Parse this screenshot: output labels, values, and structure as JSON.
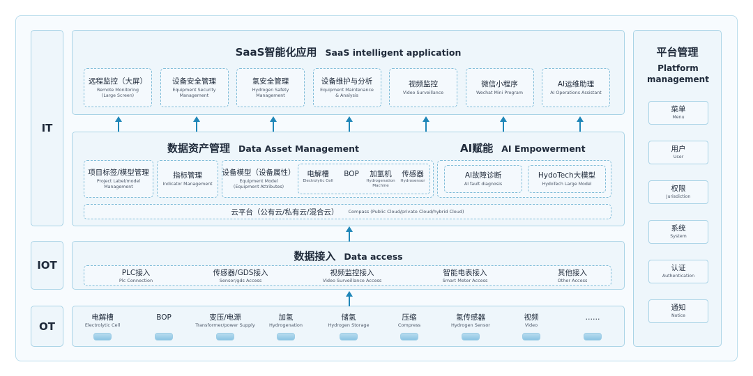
{
  "layers": {
    "it": "IT",
    "iot": "IOT",
    "ot": "OT"
  },
  "saas": {
    "title_zh": "SaaS智能化应用",
    "title_en": "SaaS intelligent application",
    "cards": [
      {
        "zh": "远程监控（大屏）",
        "en": "Remote Monitoring (Large Screen)"
      },
      {
        "zh": "设备安全管理",
        "en": "Equipment Security Management"
      },
      {
        "zh": "氢安全管理",
        "en": "Hydrogen Safety Management"
      },
      {
        "zh": "设备维护与分析",
        "en": "Equipment Maintenance & Analysis"
      },
      {
        "zh": "视频监控",
        "en": "Video Surveillance"
      },
      {
        "zh": "微信小程序",
        "en": "Wechat Mini Program"
      },
      {
        "zh": "AI运维助理",
        "en": "AI Operations Assistant"
      }
    ]
  },
  "data_asset": {
    "title_zh": "数据资产管理",
    "title_en": "Data Asset Management",
    "cards": [
      {
        "zh": "项目标签/模型管理",
        "en": "Project Label/model Management"
      },
      {
        "zh": "指标管理",
        "en": "Indicator Management"
      },
      {
        "zh": "设备模型（设备属性）",
        "en": "Equipment Model (Equipment Attributes)"
      }
    ],
    "devices": [
      {
        "zh": "电解槽",
        "en": "Electrolytic Cell"
      },
      {
        "zh": "BOP",
        "en": ""
      },
      {
        "zh": "加氢机",
        "en": "Hydrogenation Machine"
      },
      {
        "zh": "传感器",
        "en": "Hydrosensor"
      }
    ],
    "cloud_zh": "云平台（公有云/私有云/混合云）",
    "cloud_en": "Compass (Public Cloud/private Cloud/hybrid Cloud)"
  },
  "ai": {
    "title_zh": "AI赋能",
    "title_en": "AI Empowerment",
    "cards": [
      {
        "zh": "AI故障诊断",
        "en": "AI fault diagnosis"
      },
      {
        "zh": "HydoTech大模型",
        "en": "HydoTech Large Model"
      }
    ]
  },
  "data_access": {
    "title_zh": "数据接入",
    "title_en": "Data access",
    "items": [
      {
        "zh": "PLC接入",
        "en": "Plc Connection"
      },
      {
        "zh": "传感器/GDS接入",
        "en": "Sensor/gds Access"
      },
      {
        "zh": "视频监控接入",
        "en": "Video Surveillance Access"
      },
      {
        "zh": "智能电表接入",
        "en": "Smart Meter Access"
      },
      {
        "zh": "其他接入",
        "en": "Other Access"
      }
    ]
  },
  "ot": {
    "items": [
      {
        "zh": "电解槽",
        "en": "Electrolytic Cell"
      },
      {
        "zh": "BOP",
        "en": ""
      },
      {
        "zh": "变压/电源",
        "en": "Transformer/power Supply"
      },
      {
        "zh": "加氢",
        "en": "Hydrogenation"
      },
      {
        "zh": "储氢",
        "en": "Hydrogen Storage"
      },
      {
        "zh": "压缩",
        "en": "Compress"
      },
      {
        "zh": "氢传感器",
        "en": "Hydrogen Sensor"
      },
      {
        "zh": "视频",
        "en": "Video"
      },
      {
        "zh": "……",
        "en": ""
      }
    ]
  },
  "platform": {
    "title_zh": "平台管理",
    "title_en": "Platform management",
    "items": [
      {
        "zh": "菜单",
        "en": "Menu"
      },
      {
        "zh": "用户",
        "en": "User"
      },
      {
        "zh": "权限",
        "en": "Jurisdiction"
      },
      {
        "zh": "系统",
        "en": "System"
      },
      {
        "zh": "认证",
        "en": "Authentication"
      },
      {
        "zh": "通知",
        "en": "Notice"
      }
    ]
  },
  "colors": {
    "arrow": "#1f86b8",
    "border": "#a9d3e6",
    "dashed": "#7fbcd8"
  },
  "icons": {
    "arrow": "arrow-up-icon",
    "device": "device-block-icon"
  }
}
